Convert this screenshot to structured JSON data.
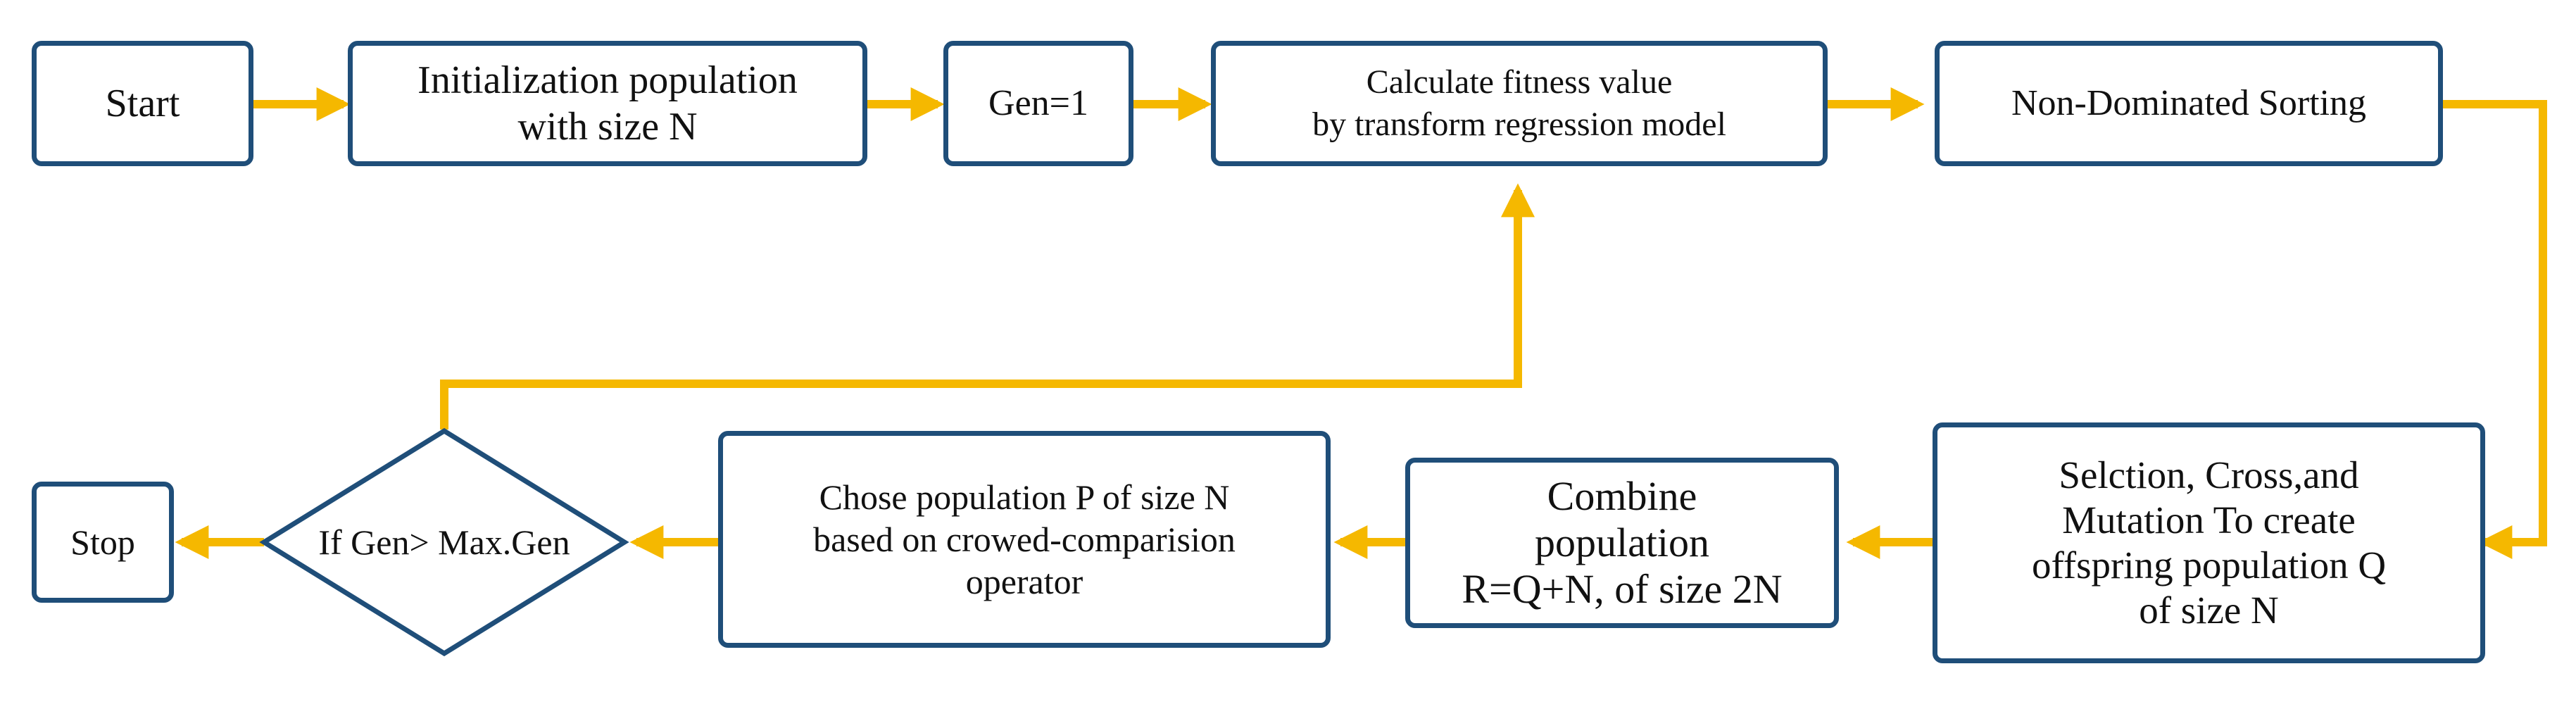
{
  "nodes": {
    "start": [
      "Start"
    ],
    "init": [
      "Initialization population",
      "with size N"
    ],
    "gen": [
      "Gen=1"
    ],
    "fitness": [
      "Calculate fitness value",
      "by transform regression model"
    ],
    "sorting": [
      "Non-Dominated Sorting"
    ],
    "selection": [
      "Selction, Cross,and",
      "Mutation To create",
      "offspring population Q",
      "of size N"
    ],
    "combine": [
      "Combine",
      "population",
      "R=Q+N, of size 2N"
    ],
    "chose": [
      "Chose population P of size N",
      "based on crowed-comparision",
      "operator"
    ],
    "decision": [
      "If Gen> Max.Gen"
    ],
    "stop": [
      "Stop"
    ]
  },
  "colors": {
    "box_border": "#1f4e79",
    "arrow": "#f5b800"
  }
}
